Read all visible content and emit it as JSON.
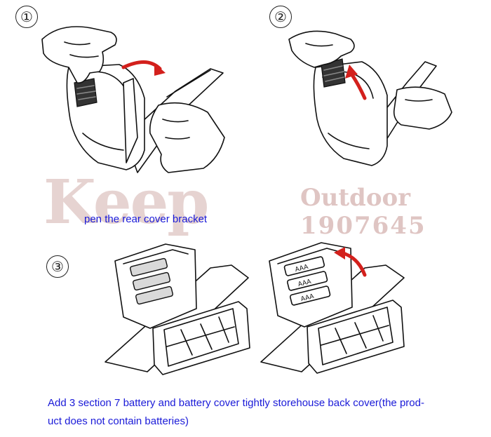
{
  "steps": {
    "one": "①",
    "two": "②",
    "three": "③"
  },
  "watermark": {
    "brand": "Keep",
    "line1": "Outdoor",
    "line2": "1907645",
    "color": "#c49692"
  },
  "captions": {
    "step1": "pen the rear cover bracket",
    "step3_line1": "Add 3 section 7 battery and battery cover tightly storehouse back cover(the prod-",
    "step3_line2": "uct does not contain batteries)"
  },
  "battery_label": "AAA",
  "colors": {
    "caption": "#1a1ad8",
    "arrow": "#d3201c"
  },
  "icons": [
    "hand-icon",
    "headlamp-icon",
    "battery-icon",
    "red-arrow-icon"
  ]
}
